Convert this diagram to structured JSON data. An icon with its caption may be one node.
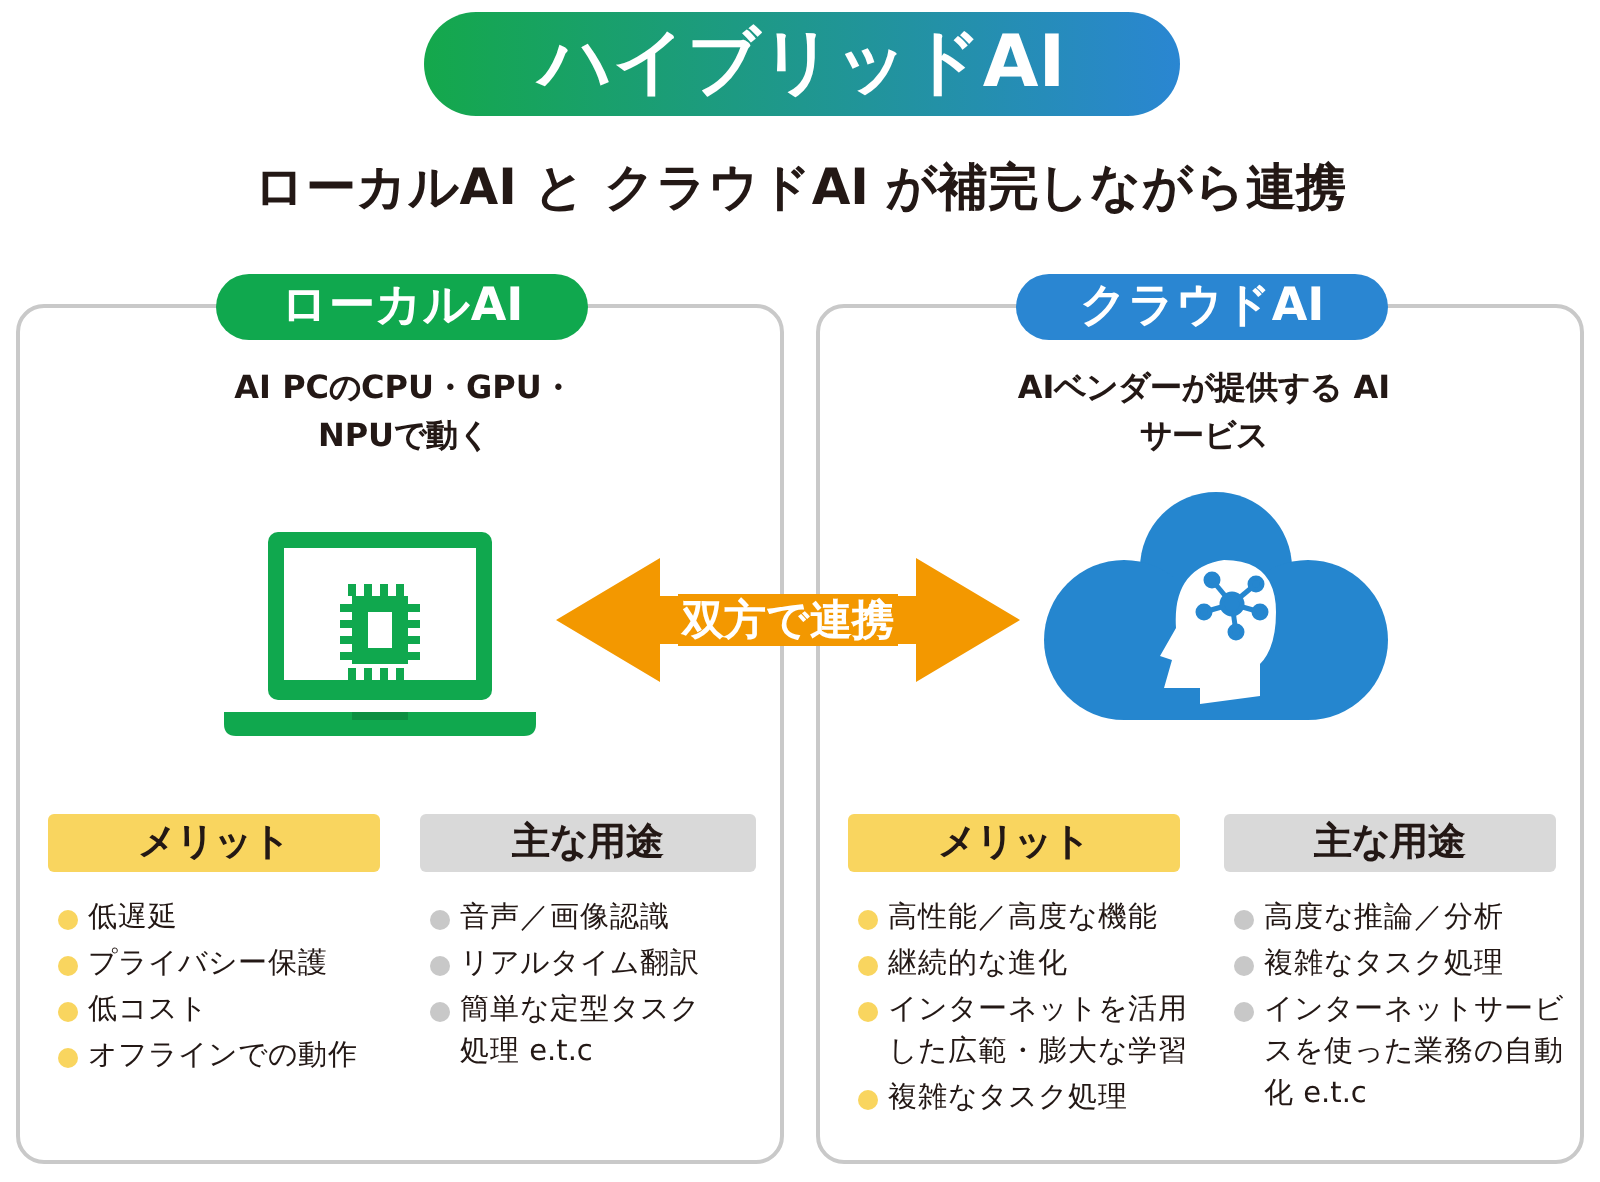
{
  "diagram": {
    "title": "ハイブリッドAI",
    "nodes": [
      {
        "text": [
          "ローカルAI",
          "AI PCのCPU・GPU・NPUで動く"
        ]
      },
      {
        "text": [],
        "shape": "laptop",
        "in": 0
      },
      {
        "text": [
          "メリット"
        ],
        "in": 0,
        "beside": [
          "低遅延",
          "プライバシー保護",
          "低コスト",
          "オフラインでの動作"
        ]
      },
      {
        "text": [
          "主な用途"
        ],
        "in": 0,
        "beside": [
          "音声／画像認識",
          "リアルタイム翻訳",
          "簡単な定型タスク処理 e.t.c"
        ]
      },
      {
        "text": [
          "クラウドAI",
          "AIベンダーが提供する AIサービス"
        ]
      },
      {
        "text": [],
        "shape": "cloud",
        "in": 4
      },
      {
        "text": [
          "メリット"
        ],
        "in": 4,
        "beside": [
          "高性能／高度な機能",
          "継続的な進化",
          "インターネットを活用した広範・膨大な学習",
          "複雑なタスク処理"
        ]
      },
      {
        "text": [
          "主な用途"
        ],
        "in": 4,
        "beside": [
          "高度な推論／分析",
          "複雑なタスク処理",
          "インターネットサービスを使った業務の自動化 e.t.c"
        ]
      }
    ],
    "edges": [
      {
        "from": 1,
        "to": 5,
        "arrow": "both",
        "label": "双方で連携"
      }
    ],
    "labels": [
      "ローカルAI と クラウドAI が補完しながら連携"
    ]
  }
}
